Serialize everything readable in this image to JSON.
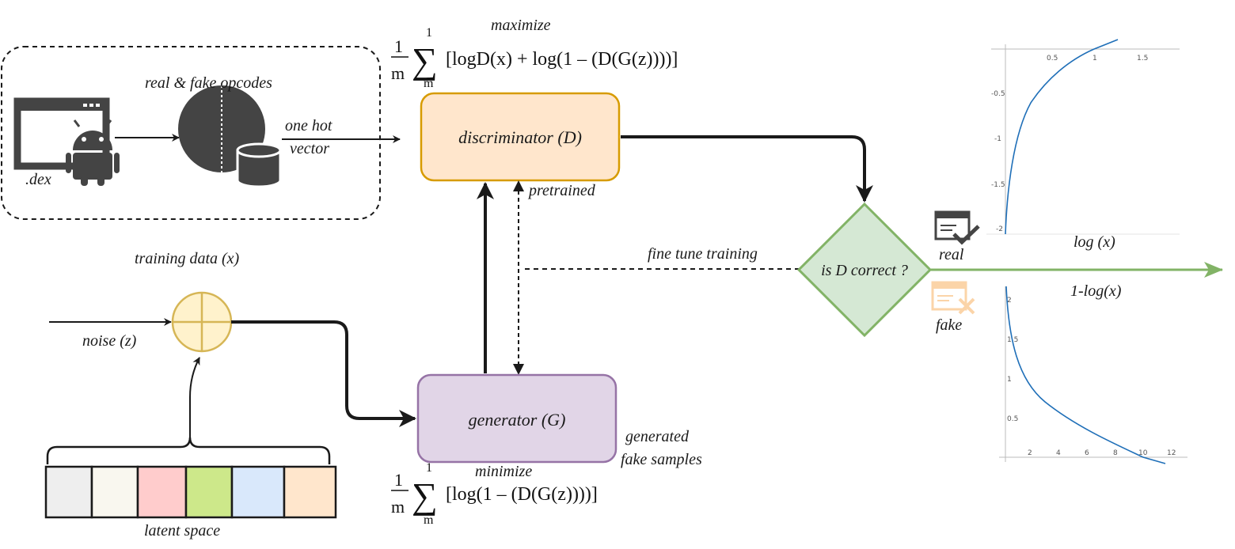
{
  "labels": {
    "maximize": "maximize",
    "real_fake_opcodes": "real & fake opcodes",
    "dex": ".dex",
    "one_hot_1": "one hot",
    "one_hot_2": "vector",
    "discriminator": "discriminator (D)",
    "pretrained": "pretrained",
    "training_data": "training data (x)",
    "fine_tune": "fine tune training",
    "is_d_correct": "is D correct ?",
    "real": "real",
    "fake": "fake",
    "log_x": "log (x)",
    "one_minus_log_x": "1-log(x)",
    "noise": "noise (z)",
    "generator": "generator (G)",
    "generated_1": "generated",
    "generated_2": "fake samples",
    "minimize": "minimize",
    "latent_space": "latent space"
  },
  "formulas": {
    "max_frac_num": "1",
    "max_frac_den": "m",
    "max_sigma_top": "1",
    "max_sigma_bottom": "m",
    "max_body": "[logD(x) + log(1 – (D(G(z))))]",
    "min_frac_num": "1",
    "min_frac_den": "m",
    "min_sigma_top": "1",
    "min_sigma_bottom": "m",
    "min_body": "[log(1 – (D(G(z))))]",
    "sigma": "∑"
  },
  "latent_cells": [
    "#eeeeee",
    "#f9f7ef",
    "#ffcccc",
    "#cde88a",
    "#d9e8fb",
    "#ffe6cc"
  ],
  "colors": {
    "discriminator_fill": "#ffe6cc",
    "discriminator_stroke": "#d79b00",
    "generator_fill": "#e1d5e7",
    "generator_stroke": "#9673a6",
    "decision_fill": "#d5e8d4",
    "decision_stroke": "#82b366",
    "adder_fill": "#fff2cc",
    "adder_stroke": "#d6b656",
    "output_arrow": "#82b366",
    "curve": "#1f6fb8"
  },
  "plots": {
    "log_plot": {
      "x_ticks": [
        "0.5",
        "1",
        "1.5"
      ],
      "y_ticks": [
        "-0.5",
        "-1",
        "-1.5",
        "-2"
      ]
    },
    "one_minus_log_plot": {
      "x_ticks": [
        "2",
        "4",
        "6",
        "8",
        "10",
        "12"
      ],
      "y_ticks": [
        "2",
        "1.5",
        "1",
        "0.5"
      ]
    }
  }
}
